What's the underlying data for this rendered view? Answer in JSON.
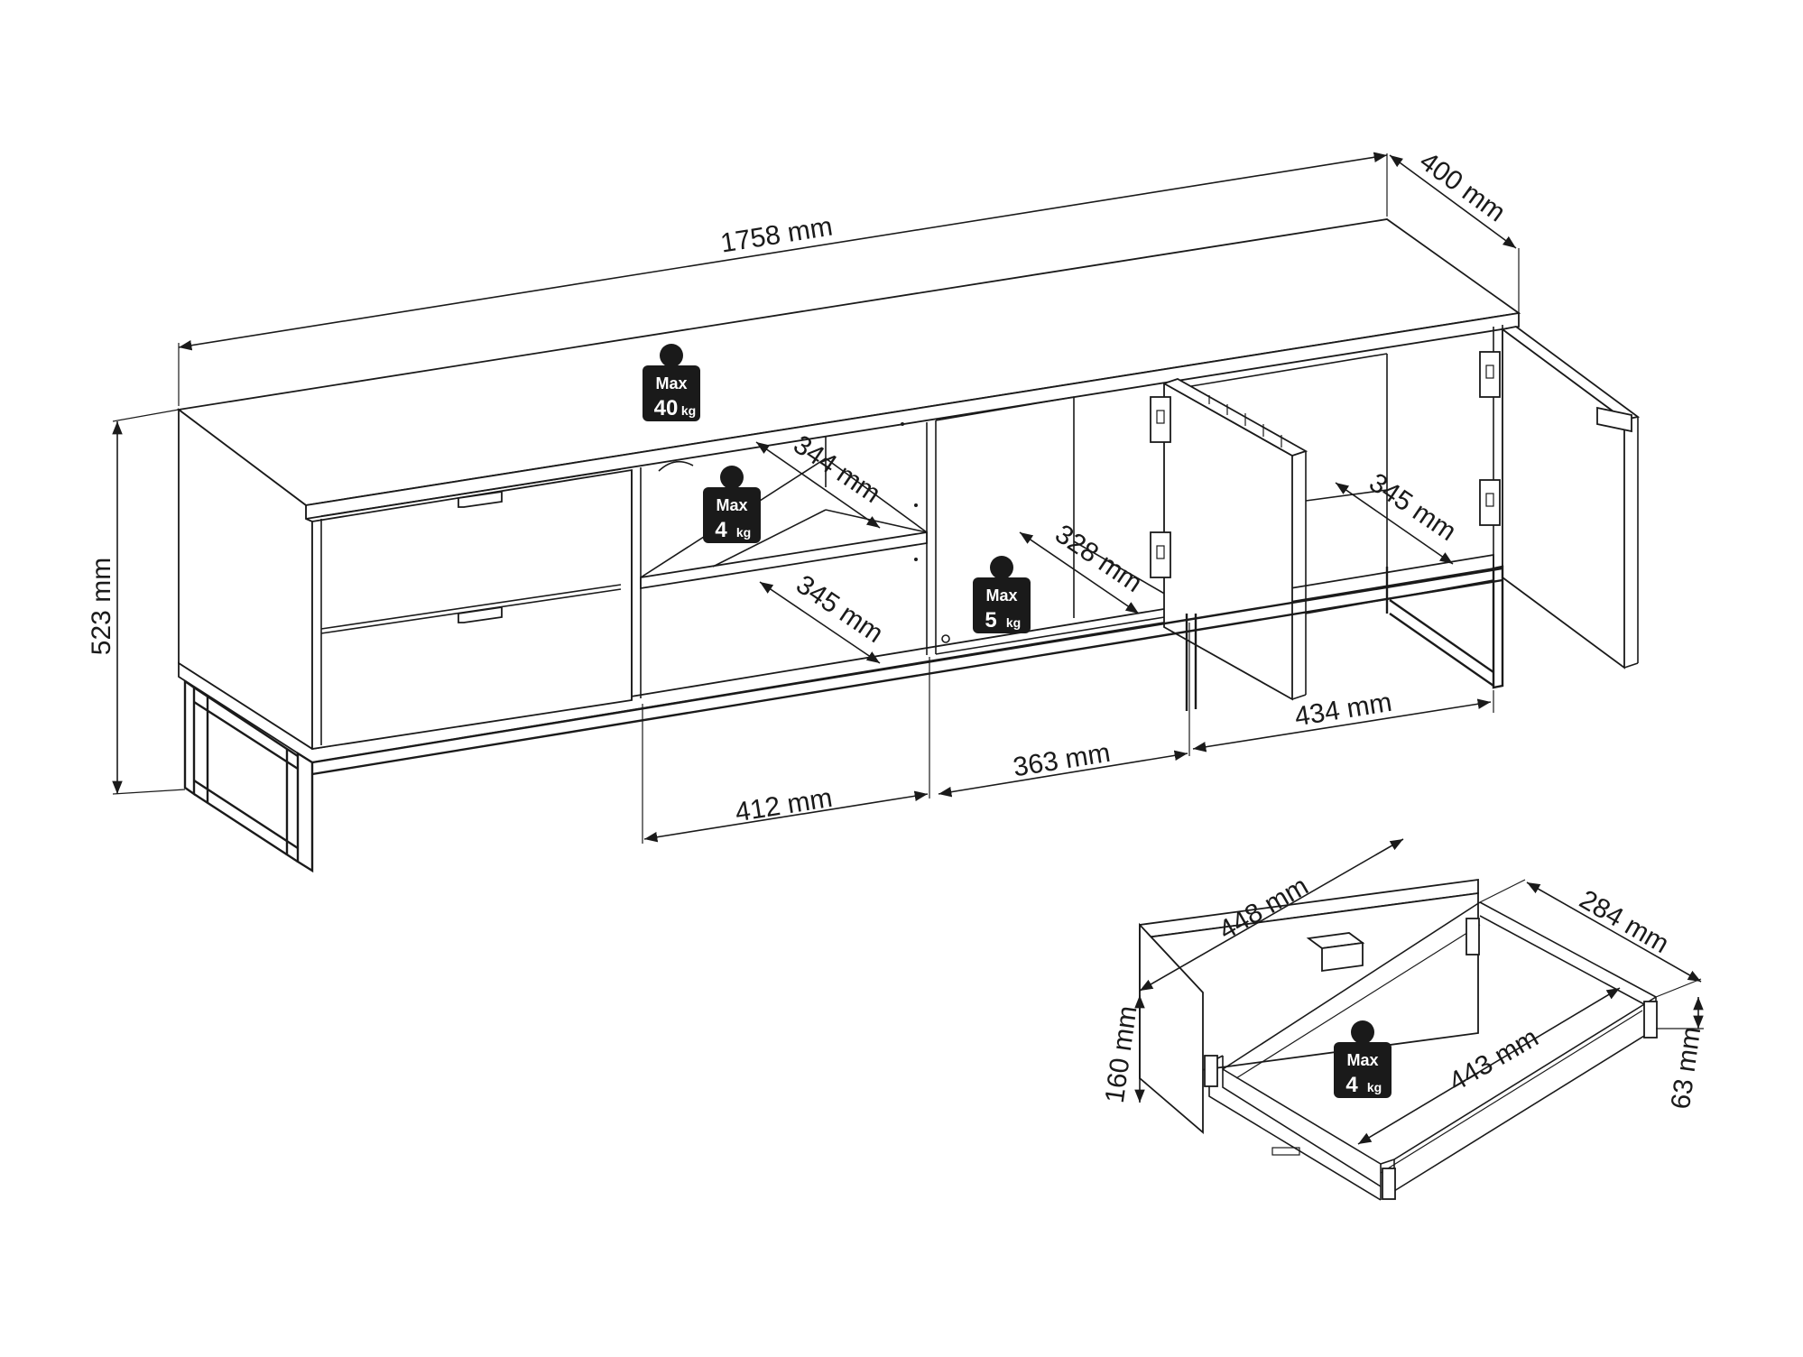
{
  "dimensions": {
    "width": "1758 mm",
    "depth": "400 mm",
    "height": "523 mm",
    "upper_shelf_depth": "344 mm",
    "lower_shelf_depth": "345 mm",
    "middle_compartment_depth": "328 mm",
    "right_compartment_depth": "345 mm",
    "open_section_width": "412 mm",
    "middle_section_width": "363 mm",
    "right_section_width": "434 mm",
    "drawer_width": "448 mm",
    "drawer_depth": "284 mm",
    "drawer_height": "160 mm",
    "drawer_inner_width": "443 mm",
    "drawer_inner_height": "63 mm"
  },
  "load_badges": [
    {
      "label": "Max",
      "value": "40",
      "unit": "kg"
    },
    {
      "label": "Max",
      "value": "4",
      "unit": "kg"
    },
    {
      "label": "Max",
      "value": "5",
      "unit": "kg"
    },
    {
      "label": "Max",
      "value": "4",
      "unit": "kg"
    }
  ]
}
